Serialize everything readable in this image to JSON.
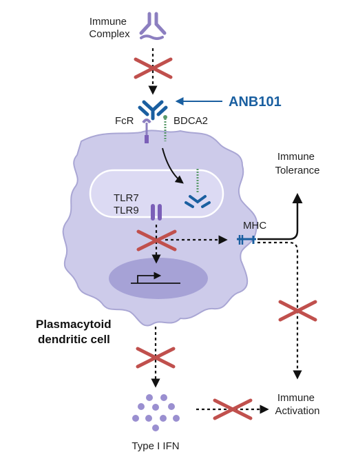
{
  "labels": {
    "immune_complex": [
      "Immune",
      "Complex"
    ],
    "drug": "ANB101",
    "fcr": "FcR",
    "bdca2": "BDCA2",
    "tlr7": "TLR7",
    "tlr9": "TLR9",
    "mhc": "MHC",
    "immune_tolerance": [
      "Immune",
      "Tolerance"
    ],
    "immune_activation": [
      "Immune",
      "Activation"
    ],
    "cell_name": [
      "Plasmacytoid",
      "dendritic cell"
    ],
    "type_i_ifn": "Type I IFN"
  },
  "colors": {
    "drug_blue": "#1a5fa0",
    "antibody_purple": "#8c7fc0",
    "block_red": "#c0504d",
    "cell_fill": "#cdcbea",
    "cell_stroke": "#a9a6d4",
    "endosome_fill": "#dcdaf3",
    "nucleus_fill": "#a6a2d6",
    "tlr_purple": "#7b5fb8",
    "bdca2_green": "#5a9a6a",
    "ifn_purple": "#9a8fd0"
  },
  "icons": [
    "antibody-icon",
    "block-x-icon",
    "receptor-icon",
    "tlr-receptor-icon",
    "mhc-icon",
    "promoter-arrow-icon",
    "ifn-dots-icon"
  ]
}
